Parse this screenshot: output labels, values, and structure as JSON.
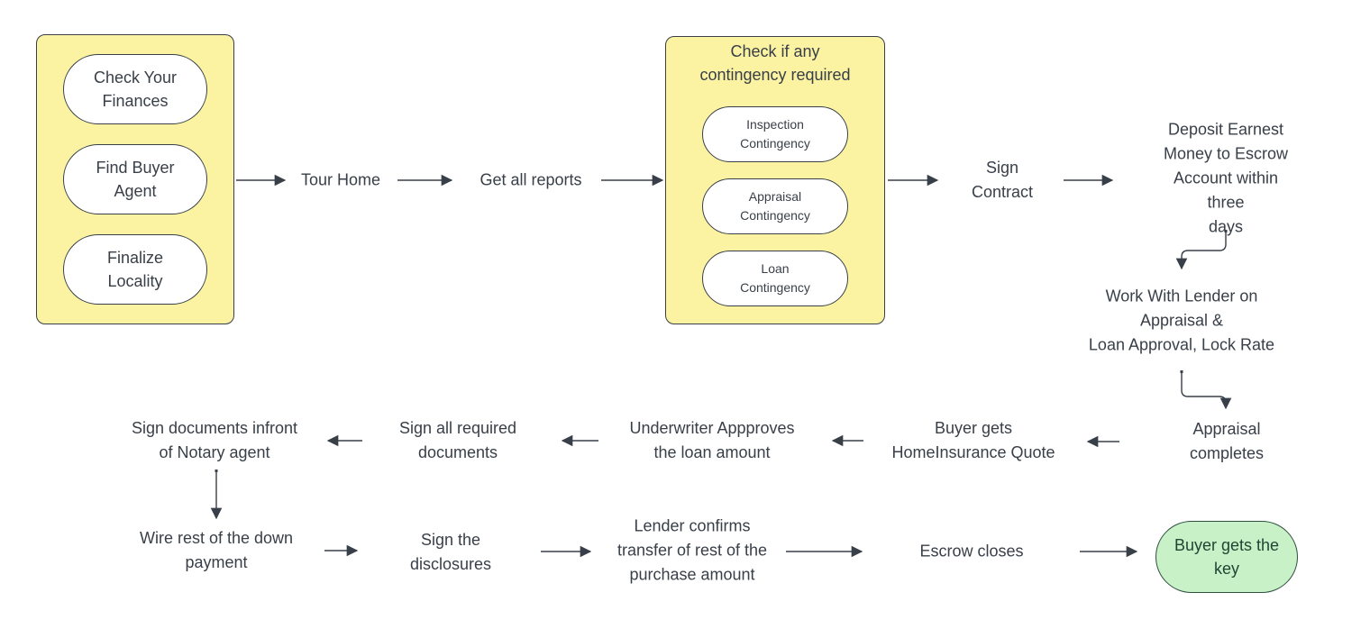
{
  "colors": {
    "background": "#ffffff",
    "stroke": "#383f48",
    "text": "#383f48",
    "group_fill": "#fbf3a2",
    "pill_fill": "#ffffff",
    "end_fill": "#c8f1c8",
    "end_text": "#1f4633",
    "end_stroke": "#2f4f3f"
  },
  "groups": {
    "preparation": {
      "items": [
        "Check Your\nFinances",
        "Find Buyer\nAgent",
        "Finalize\nLocality"
      ]
    },
    "contingency": {
      "title": "Check if any\ncontingency required",
      "items": [
        "Inspection\nContingency",
        "Appraisal\nContingency",
        "Loan\nContingency"
      ]
    }
  },
  "steps": {
    "tour_home": "Tour Home",
    "get_all_reports": "Get all reports",
    "sign_contract": "Sign\nContract",
    "deposit_earnest": "Deposit Earnest\nMoney to Escrow\nAccount within three\ndays",
    "work_with_lender": "Work With Lender on Appraisal &\nLoan Approval, Lock Rate",
    "appraisal_completes": "Appraisal completes",
    "insurance_quote": "Buyer gets\nHomeInsurance Quote",
    "underwriter": "Underwriter Appproves\nthe loan amount",
    "sign_all_required": "Sign all required\ndocuments",
    "sign_notary": "Sign documents infront\nof Notary agent",
    "wire_down_payment": "Wire rest of the down\npayment",
    "sign_disclosures": "Sign the\ndisclosures",
    "lender_confirms": "Lender confirms\ntransfer of rest of the\npurchase amount",
    "escrow_closes": "Escrow closes",
    "buyer_gets_key": "Buyer gets the\nkey"
  }
}
